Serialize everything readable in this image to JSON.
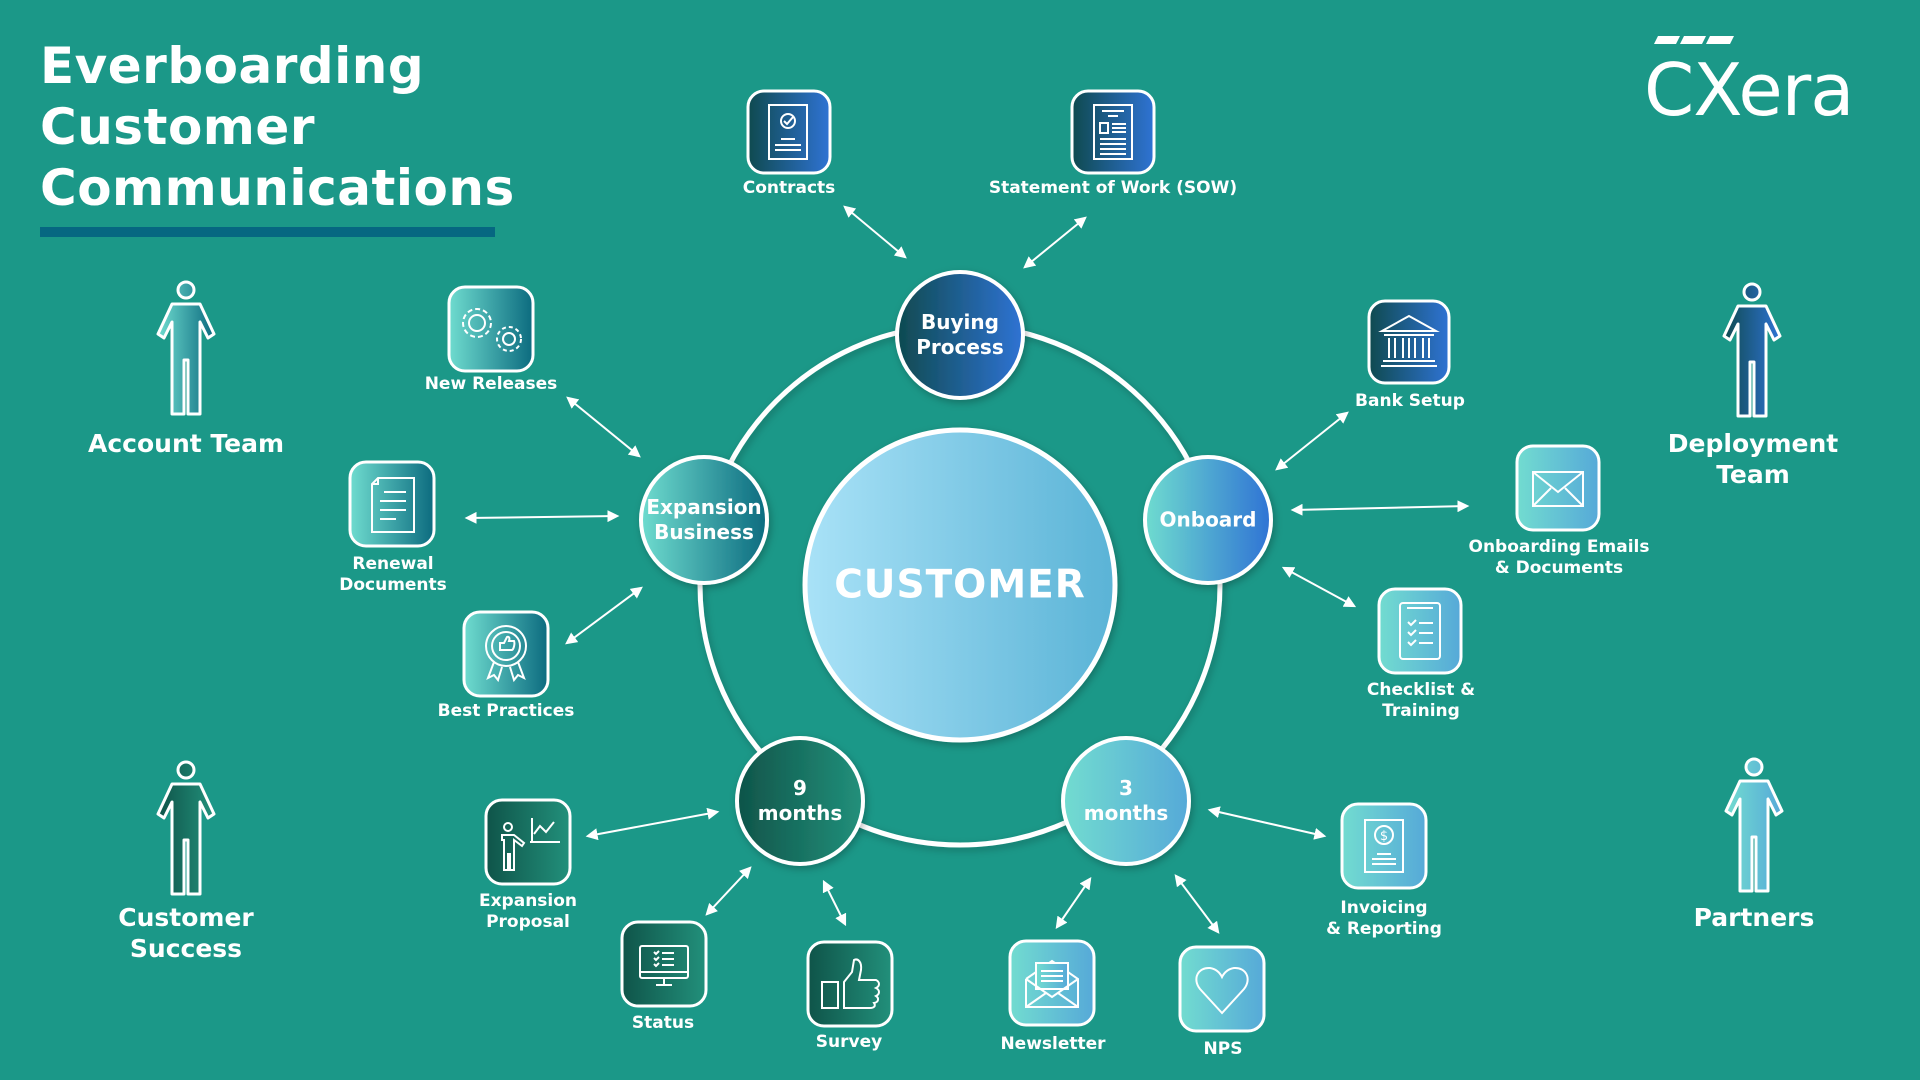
{
  "title": {
    "line1": "Everboarding",
    "line2": "Customer",
    "line3": "Communications"
  },
  "logo": {
    "text": "CXera"
  },
  "colors": {
    "background": "#1b9888",
    "title_underline": "#066781",
    "navy_gradient": [
      "#0f4a4f",
      "#2f73d4"
    ],
    "teal_gradient": [
      "#6fdccf",
      "#0c6b7f"
    ],
    "aqua_gradient": [
      "#72dcd0",
      "#56a9d8"
    ],
    "sky_gradient": [
      "#a6e0f6",
      "#5ab3d6"
    ],
    "green_gradient": [
      "#0f5a4c",
      "#1f8a76"
    ]
  },
  "center": {
    "label": "CUSTOMER"
  },
  "stages": [
    {
      "id": "buying",
      "label_lines": [
        "Buying",
        "Process"
      ],
      "gradient": "navy_gradient"
    },
    {
      "id": "onboard",
      "label_lines": [
        "Onboard"
      ],
      "gradient": "aqua_gradient_blue"
    },
    {
      "id": "three",
      "label_lines": [
        "3",
        "months"
      ],
      "gradient": "aqua_gradient"
    },
    {
      "id": "nine",
      "label_lines": [
        "9",
        "months"
      ],
      "gradient": "green_gradient"
    },
    {
      "id": "expansion",
      "label_lines": [
        "Expansion",
        "Business"
      ],
      "gradient": "teal_gradient"
    }
  ],
  "items": {
    "contracts": {
      "label": "Contracts",
      "icon": "contract-check-icon"
    },
    "sow": {
      "label": "Statement of Work (SOW)",
      "icon": "document-icon"
    },
    "bank": {
      "label": "Bank Setup",
      "icon": "bank-icon"
    },
    "emails": {
      "label_lines": [
        "Onboarding Emails",
        "& Documents"
      ],
      "icon": "envelope-icon"
    },
    "checklist": {
      "label_lines": [
        "Checklist &",
        "Training"
      ],
      "icon": "clipboard-checklist-icon"
    },
    "invoicing": {
      "label_lines": [
        "Invoicing",
        "& Reporting"
      ],
      "icon": "invoice-dollar-icon"
    },
    "nps": {
      "label": "NPS",
      "icon": "heart-icon"
    },
    "newsletter": {
      "label": "Newsletter",
      "icon": "open-envelope-icon"
    },
    "survey": {
      "label": "Survey",
      "icon": "thumbs-up-icon"
    },
    "status": {
      "label": "Status",
      "icon": "monitor-checklist-icon"
    },
    "proposal": {
      "label_lines": [
        "Expansion",
        "Proposal"
      ],
      "icon": "presenter-chart-icon"
    },
    "best": {
      "label": "Best Practices",
      "icon": "award-badge-icon"
    },
    "renewal": {
      "label_lines": [
        "Renewal",
        "Documents"
      ],
      "icon": "paper-icon"
    },
    "releases": {
      "label": "New Releases",
      "icon": "gears-icon"
    }
  },
  "people": {
    "account": {
      "label_lines": [
        "Account Team"
      ]
    },
    "deployment": {
      "label_lines": [
        "Deployment",
        "Team"
      ]
    },
    "success": {
      "label_lines": [
        "Customer",
        "Success"
      ]
    },
    "partners": {
      "label_lines": [
        "Partners"
      ]
    }
  }
}
